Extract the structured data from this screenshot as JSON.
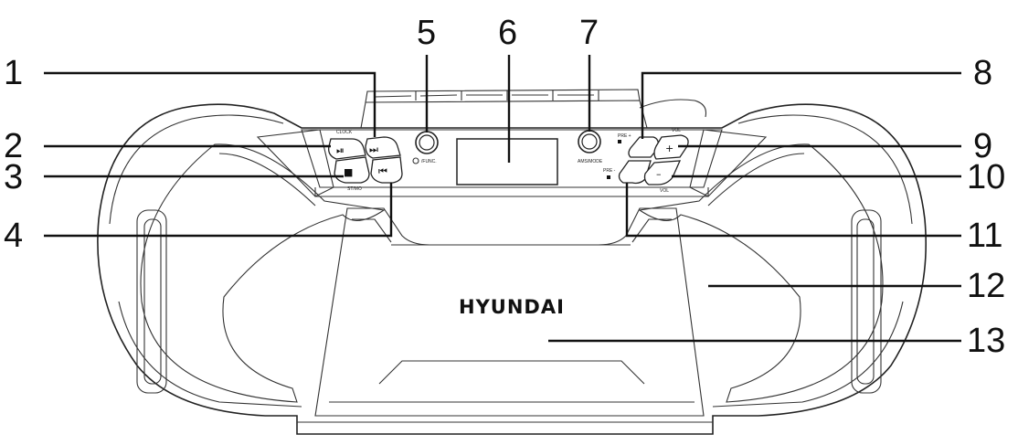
{
  "brand": "HYUNDAI",
  "panel_labels": {
    "clock": "CLOCK",
    "st_mo": "ST/MO",
    "func": "/FUNC.",
    "ams_mode": "AMS/MODE",
    "vol_plus": "VOL",
    "vol_minus": "VOL",
    "pre_plus": "PRE +",
    "pre_minus": "PRE -"
  },
  "callouts": [
    "1",
    "2",
    "3",
    "4",
    "5",
    "6",
    "7",
    "8",
    "9",
    "10",
    "11",
    "12",
    "13"
  ]
}
